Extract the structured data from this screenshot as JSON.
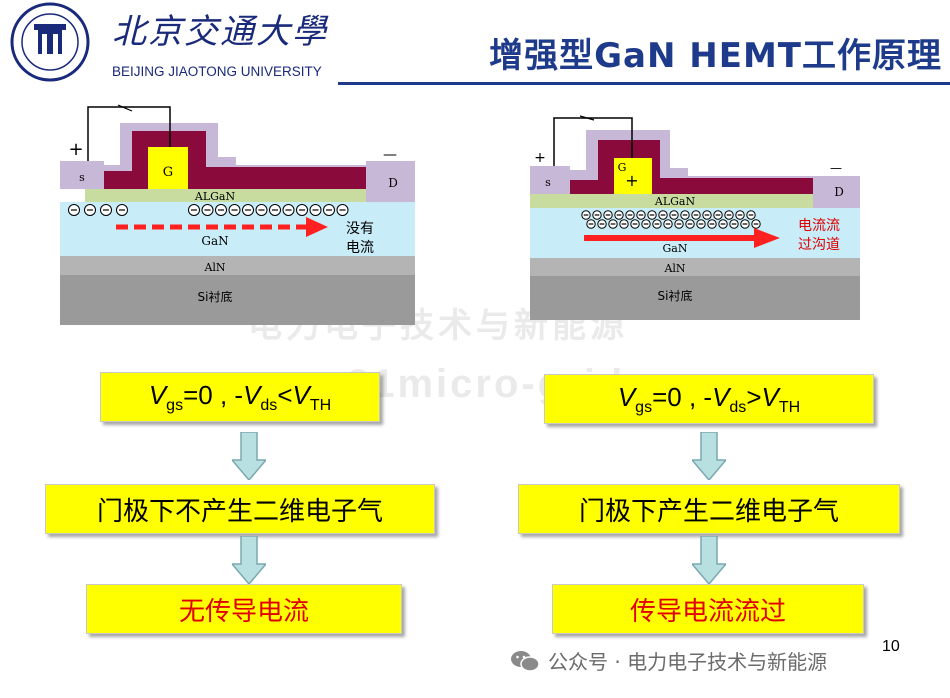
{
  "header": {
    "logo_cn": "北京交通大學",
    "logo_en": "BEIJING JIAOTONG UNIVERSITY",
    "slide_title": "增强型GaN HEMT工作原理"
  },
  "device_left": {
    "source": "s",
    "gate": "G",
    "drain": "D",
    "plus": "+",
    "minus": "—",
    "algan": "ALGaN",
    "gan": "GaN",
    "aln": "AlN",
    "substrate": "Si衬底",
    "annotation_line1": "没有",
    "annotation_line2": "电流"
  },
  "device_right": {
    "source": "s",
    "gate": "G",
    "drain": "D",
    "plus": "+",
    "minus": "—",
    "gate_plus": "+",
    "algan": "ALGaN",
    "gan": "GaN",
    "aln": "AlN",
    "substrate": "Si衬底",
    "annotation_line1": "电流流",
    "annotation_line2": "过沟道"
  },
  "left_flow": {
    "cond_v1": "V",
    "cond_s1": "gs",
    "cond_t1": "=0 , -",
    "cond_v2": "V",
    "cond_s2": "ds",
    "cond_t2": "<",
    "cond_v3": "V",
    "cond_s3": "TH",
    "step2": "门极下不产生二维电子气",
    "result": "无传导电流"
  },
  "right_flow": {
    "cond_v1": "V",
    "cond_s1": "gs",
    "cond_t1": "=0 , -",
    "cond_v2": "V",
    "cond_s2": "ds",
    "cond_t2": ">",
    "cond_v3": "V",
    "cond_s3": "TH",
    "step2": "门极下产生二维电子气",
    "result": "传导电流流过"
  },
  "watermark": {
    "cn": "电力电子技术与新能源",
    "url": "www.21micro-grid.com"
  },
  "footer": {
    "wechat_text": "公众号 · 电力电子技术与新能源",
    "page_number": "10"
  },
  "colors": {
    "gate_metal": "#8b0a3c",
    "passivation": "#c8b8d8",
    "algan": "#c8dca0",
    "gan": "#c8ecf8",
    "aln": "#b4b4b4",
    "substrate": "#9a9a9a",
    "box_fill": "#ffff00",
    "arrow_fill": "#b8e0e0",
    "current_red": "#ff2020"
  }
}
